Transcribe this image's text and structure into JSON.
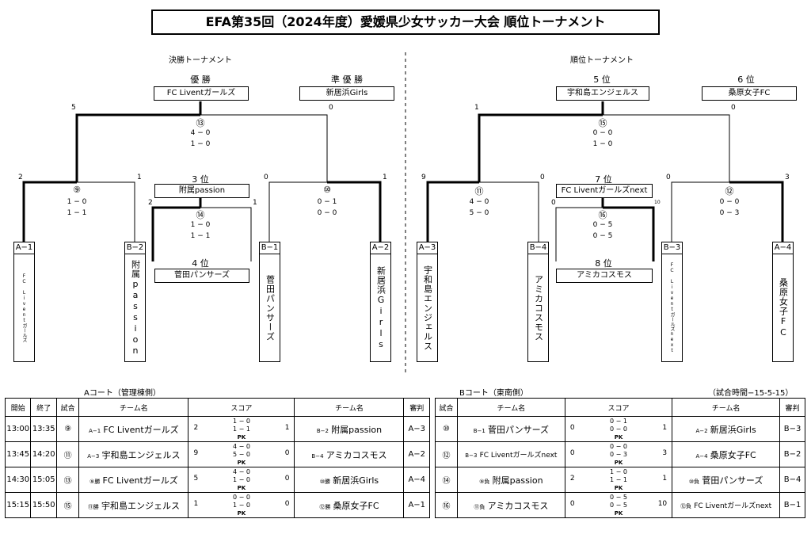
{
  "title": "EFA第35回（2024年度）愛媛県少女サッカー大会 順位トーナメント",
  "left": {
    "section": "決勝トーナメント",
    "rank_top_left": "優 勝",
    "rank_top_right": "準 優 勝",
    "champion": "FC Liventガールズ",
    "runner_up": "新居浜Girls",
    "final_no": "⑬",
    "final_left_score": "5",
    "final_right_score": "0",
    "final_sc1": "4 − 0",
    "final_sc2": "1 − 0",
    "third_label": "3 位",
    "third_team": "附属passion",
    "third_no": "⑭",
    "third_left_score": "2",
    "third_right_score": "1",
    "third_sc1": "1 − 0",
    "third_sc2": "1 − 1",
    "fourth_label": "4 位",
    "fourth_team": "菅田パンサーズ",
    "m9_no": "⑨",
    "m9_l": "2",
    "m9_r": "1",
    "m9_sc1": "1 − 0",
    "m9_sc2": "1 − 1",
    "m10_no": "⑩",
    "m10_l": "0",
    "m10_r": "1",
    "m10_sc1": "0 − 1",
    "m10_sc2": "0 − 0",
    "seeds": [
      {
        "code": "A−1",
        "name": "FC Liventガールズ",
        "small": true
      },
      {
        "code": "B−2",
        "name": "附属passion",
        "small": false
      },
      {
        "code": "B−1",
        "name": "菅田パンサーズ",
        "small": false
      },
      {
        "code": "A−2",
        "name": "新居浜Girls",
        "small": false
      }
    ]
  },
  "right": {
    "section": "順位トーナメント",
    "rank_top_left": "5 位",
    "rank_top_right": "6 位",
    "fifth": "宇和島エンジェルス",
    "sixth": "桑原女子FC",
    "final_no": "⑮",
    "final_left_score": "1",
    "final_right_score": "0",
    "final_sc1": "0 − 0",
    "final_sc2": "1 − 0",
    "seventh_label": "7 位",
    "seventh_team": "FC Liventガールズnext",
    "seventh_no": "⑯",
    "seventh_left_score": "0",
    "seventh_right_score": "10",
    "seventh_sc1": "0 − 5",
    "seventh_sc2": "0 − 5",
    "eighth_label": "8 位",
    "eighth_team": "アミカコスモス",
    "m11_no": "⑪",
    "m11_l": "9",
    "m11_r": "0",
    "m11_sc1": "4 − 0",
    "m11_sc2": "5 − 0",
    "m12_no": "⑫",
    "m12_l": "0",
    "m12_r": "3",
    "m12_sc1": "0 − 0",
    "m12_sc2": "0 − 3",
    "seeds": [
      {
        "code": "A−3",
        "name": "宇和島エンジェルス",
        "small": false
      },
      {
        "code": "B−4",
        "name": "アミカコスモス",
        "small": false
      },
      {
        "code": "B−3",
        "name": "FC Liventガールズnext",
        "small": true
      },
      {
        "code": "A−4",
        "name": "桑原女子FC",
        "small": false
      }
    ]
  },
  "court_a": {
    "caption": "Aコート（管理棟側）",
    "headers": [
      "開始",
      "終了",
      "試合",
      "チーム名",
      "スコア",
      "チーム名",
      "審判"
    ],
    "rows": [
      {
        "start": "13:00",
        "end": "13:35",
        "no": "⑨",
        "lt": "A−1",
        "team1": "FC Liventガールズ",
        "s1": "2",
        "h1": "1 − 0",
        "h2": "1 − 1",
        "s2": "1",
        "pk": "PK",
        "rt": "B−2",
        "team2": "附属passion",
        "ref": "A−3"
      },
      {
        "start": "13:45",
        "end": "14:20",
        "no": "⑪",
        "lt": "A−3",
        "team1": "宇和島エンジェルス",
        "s1": "9",
        "h1": "4 − 0",
        "h2": "5 − 0",
        "s2": "0",
        "pk": "PK",
        "rt": "B−4",
        "team2": "アミカコスモス",
        "ref": "A−2"
      },
      {
        "start": "14:30",
        "end": "15:05",
        "no": "⑬",
        "lt": "⑨勝",
        "team1": "FC Liventガールズ",
        "s1": "5",
        "h1": "4 − 0",
        "h2": "1 − 0",
        "s2": "0",
        "pk": "PK",
        "rt": "⑩勝",
        "team2": "新居浜Girls",
        "ref": "A−4"
      },
      {
        "start": "15:15",
        "end": "15:50",
        "no": "⑮",
        "lt": "⑪勝",
        "team1": "宇和島エンジェルス",
        "s1": "1",
        "h1": "0 − 0",
        "h2": "1 − 0",
        "s2": "0",
        "pk": "PK",
        "rt": "⑫勝",
        "team2": "桑原女子FC",
        "ref": "A−1"
      }
    ]
  },
  "court_b": {
    "caption": "Bコート（東南側）",
    "match_time": "（試合時間−15-5-15）",
    "headers": [
      "試合",
      "チーム名",
      "スコア",
      "チーム名",
      "審判"
    ],
    "rows": [
      {
        "no": "⑩",
        "lt": "B−1",
        "team1": "菅田パンサーズ",
        "s1": "0",
        "h1": "0 − 1",
        "h2": "0 − 0",
        "s2": "1",
        "pk": "PK",
        "rt": "A−2",
        "team2": "新居浜Girls",
        "ref": "B−3"
      },
      {
        "no": "⑫",
        "lt": "B−3",
        "team1": "FC Liventガールズnext",
        "s1": "0",
        "h1": "0 − 0",
        "h2": "0 − 3",
        "s2": "3",
        "pk": "PK",
        "rt": "A−4",
        "team2": "桑原女子FC",
        "ref": "B−2"
      },
      {
        "no": "⑭",
        "lt": "⑨負",
        "team1": "附属passion",
        "s1": "2",
        "h1": "1 − 0",
        "h2": "1 − 1",
        "s2": "1",
        "pk": "PK",
        "rt": "⑩負",
        "team2": "菅田パンサーズ",
        "ref": "B−4"
      },
      {
        "no": "⑯",
        "lt": "⑪負",
        "team1": "アミカコスモス",
        "s1": "0",
        "h1": "0 − 5",
        "h2": "0 − 5",
        "s2": "10",
        "pk": "PK",
        "rt": "⑫負",
        "team2": "FC Liventガールズnext",
        "ref": "B−1"
      }
    ]
  }
}
